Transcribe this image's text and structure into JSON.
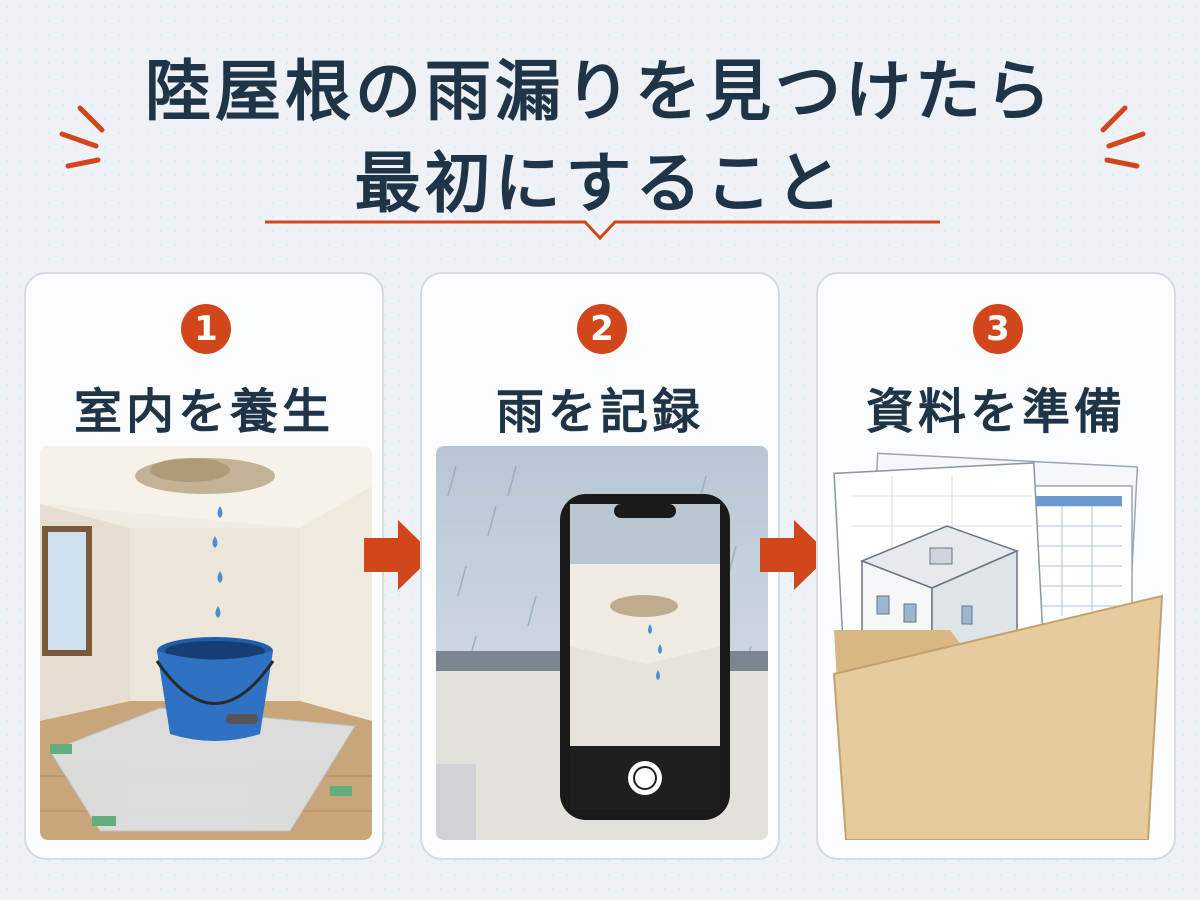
{
  "title": {
    "line1": "陸屋根の雨漏りを見つけたら",
    "line2": "最初にすること"
  },
  "accent_color": "#d2461b",
  "text_color": "#1f3447",
  "steps": [
    {
      "number": "1",
      "label": "室内を養生",
      "icon": "bucket-under-leak-illustration"
    },
    {
      "number": "2",
      "label": "雨を記録",
      "icon": "smartphone-photo-illustration"
    },
    {
      "number": "3",
      "label": "資料を準備",
      "icon": "document-folder-illustration"
    }
  ],
  "arrow_icon": "right-arrow-icon"
}
